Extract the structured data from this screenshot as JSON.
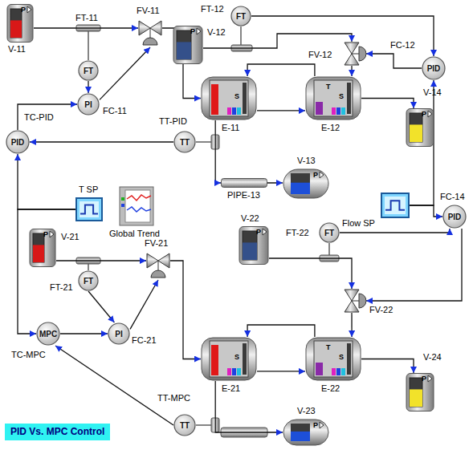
{
  "diagram": {
    "title": "PID Vs. MPC Control",
    "nodes": [
      {
        "text": [
          "V-11",
          "P"
        ]
      },
      {
        "text": [
          "FT"
        ]
      },
      {
        "text": [
          "FV-11"
        ]
      },
      {
        "text": [
          "PI",
          "FC-11"
        ]
      },
      {
        "text": [
          "PID",
          "TC-PID"
        ]
      },
      {
        "text": [
          "TT",
          "TT-PID"
        ]
      },
      {
        "text": [
          "E-11",
          "S"
        ]
      },
      {
        "text": [
          "V-12",
          "P"
        ]
      },
      {
        "text": [
          "FT"
        ]
      },
      {
        "text": [
          "FV-12"
        ]
      },
      {
        "text": [
          "PID",
          "FC-12"
        ]
      },
      {
        "text": [
          "E-12",
          "T",
          "S"
        ]
      },
      {
        "text": [
          "V-14",
          "P"
        ]
      },
      {
        "text": [
          "PIPE-13"
        ]
      },
      {
        "text": [
          "V-13",
          "P"
        ]
      },
      {
        "text": [
          "T SP"
        ]
      },
      {
        "text": [
          "Global Trend"
        ]
      },
      {
        "text": [
          "Flow SP"
        ]
      },
      {
        "text": [
          "PID",
          "FC-14"
        ]
      },
      {
        "text": [
          "V-21",
          "P"
        ]
      },
      {
        "text": [
          "FT"
        ]
      },
      {
        "text": [
          "FV-21"
        ]
      },
      {
        "text": [
          "MPC",
          "TC-MPC"
        ]
      },
      {
        "text": [
          "PI",
          "FC-21"
        ]
      },
      {
        "text": [
          "TT",
          "TT-MPC"
        ]
      },
      {
        "text": [
          "E-21",
          "S"
        ]
      },
      {
        "text": [
          "V-22",
          "P"
        ]
      },
      {
        "text": [
          "FT"
        ]
      },
      {
        "text": [
          "FV-22"
        ]
      },
      {
        "text": [
          "E-22",
          "T",
          "S"
        ]
      },
      {
        "text": [
          "V-24",
          "P"
        ]
      },
      {
        "text": [
          "V-23",
          "P"
        ]
      }
    ],
    "edges": [
      {
        "from": 0,
        "to": 2,
        "arrow": "to"
      },
      {
        "from": 1,
        "to": 3,
        "arrow": "to"
      },
      {
        "from": 3,
        "to": 2,
        "arrow": "to"
      },
      {
        "from": 4,
        "to": 3,
        "arrow": "to"
      },
      {
        "from": 2,
        "to": 6,
        "arrow": "to"
      },
      {
        "from": 6,
        "to": 11,
        "arrow": "to"
      },
      {
        "from": 11,
        "to": 6,
        "arrow": "to"
      },
      {
        "from": 6,
        "to": 13,
        "arrow": "to"
      },
      {
        "from": 5,
        "to": 4,
        "arrow": "to"
      },
      {
        "from": 13,
        "to": 14,
        "arrow": "to"
      },
      {
        "from": 7,
        "to": 9,
        "arrow": "to"
      },
      {
        "from": 8,
        "to": 10,
        "arrow": "to"
      },
      {
        "from": 10,
        "to": 9,
        "arrow": "to"
      },
      {
        "from": 9,
        "to": 11,
        "arrow": "to"
      },
      {
        "from": 11,
        "to": 12,
        "arrow": "to"
      },
      {
        "from": 17,
        "to": 10,
        "arrow": "to"
      },
      {
        "from": 17,
        "to": 18,
        "arrow": "to"
      },
      {
        "from": 27,
        "to": 18,
        "arrow": "to"
      },
      {
        "from": 18,
        "to": 28,
        "arrow": "to"
      },
      {
        "from": 26,
        "to": 28,
        "arrow": "to"
      },
      {
        "from": 28,
        "to": 29,
        "arrow": "to"
      },
      {
        "from": 29,
        "to": 25,
        "arrow": "to"
      },
      {
        "from": 25,
        "to": 29,
        "arrow": "to"
      },
      {
        "from": 29,
        "to": 30,
        "arrow": "to"
      },
      {
        "from": 19,
        "to": 21,
        "arrow": "to"
      },
      {
        "from": 20,
        "to": 23,
        "arrow": "to"
      },
      {
        "from": 23,
        "to": 21,
        "arrow": "to"
      },
      {
        "from": 22,
        "to": 23,
        "arrow": "to"
      },
      {
        "from": 21,
        "to": 25,
        "arrow": "to"
      },
      {
        "from": 25,
        "to": 31,
        "arrow": "to"
      },
      {
        "from": 24,
        "to": 22,
        "arrow": "to"
      },
      {
        "from": 15,
        "to": 4,
        "arrow": "to"
      },
      {
        "from": 15,
        "to": 22,
        "arrow": "to"
      }
    ],
    "labels": [
      "FT-11",
      "FT-12",
      "FT-21",
      "FT-22"
    ]
  }
}
